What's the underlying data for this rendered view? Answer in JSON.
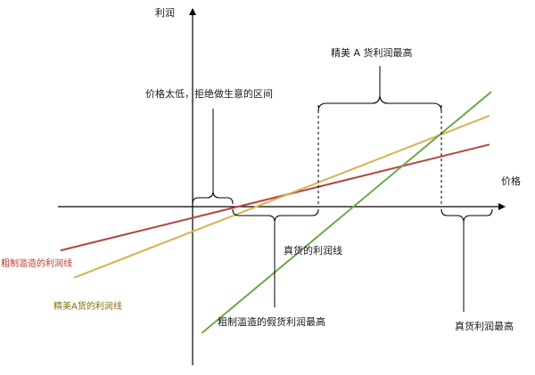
{
  "chart_data": {
    "type": "line",
    "title": "",
    "ylabel": "利润",
    "xlabel": "价格",
    "grid": false,
    "series": [
      {
        "name": "粗制滥造的利润线",
        "color": "#b5463f",
        "x": [
          -3.35,
          7.55
        ],
        "y": [
          -1.29,
          1.83
        ]
      },
      {
        "name": "精美A货的利润线",
        "color": "#d9b24f",
        "x": [
          -3.0,
          7.55
        ],
        "y": [
          -2.09,
          2.68
        ]
      },
      {
        "name": "真货的利润线",
        "color": "#6aa84f",
        "x": [
          0.25,
          7.6
        ],
        "y": [
          -3.72,
          3.38
        ]
      }
    ],
    "annotations": [
      {
        "id": "too-low",
        "text": "价格太低，拒绝做生意的区间"
      },
      {
        "id": "a-max",
        "text": "精美 A 货利润最高"
      },
      {
        "id": "fake-max",
        "text": "粗制滥造的假货利润最高"
      },
      {
        "id": "real-max",
        "text": "真货利润最高"
      }
    ]
  }
}
